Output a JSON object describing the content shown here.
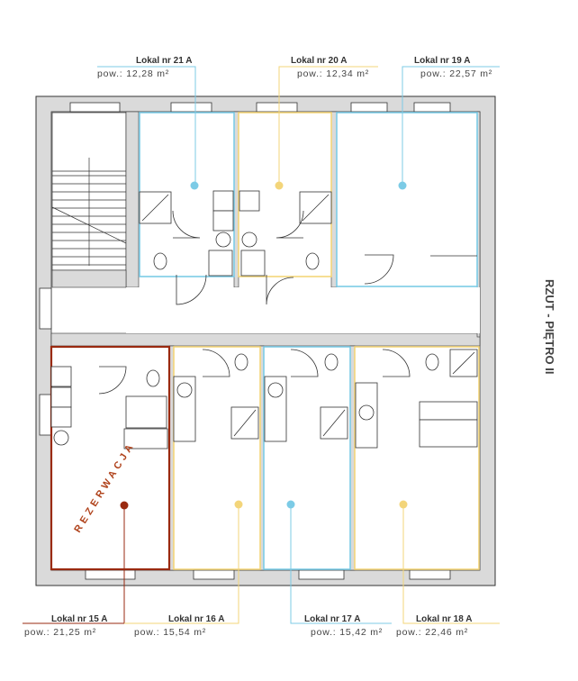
{
  "title": "RZUT - PIĘTRO II",
  "reservation_label": "REZERWACJA",
  "colors": {
    "blue": "#7ccbe6",
    "yellow": "#f3d57a",
    "red": "#9a2a10",
    "wall": "#dadada"
  },
  "units": [
    {
      "name": "Lokal nr 21 A",
      "area": "pow.: 12,28 m²",
      "color": "blue"
    },
    {
      "name": "Lokal nr 20 A",
      "area": "pow.: 12,34 m²",
      "color": "yellow"
    },
    {
      "name": "Lokal nr 19 A",
      "area": "pow.: 22,57 m²",
      "color": "blue"
    },
    {
      "name": "Lokal nr 15 A",
      "area": "pow.: 21,25 m²",
      "color": "red",
      "status": "REZERWACJA"
    },
    {
      "name": "Lokal nr 16 A",
      "area": "pow.: 15,54 m²",
      "color": "yellow"
    },
    {
      "name": "Lokal nr 17 A",
      "area": "pow.: 15,42 m²",
      "color": "blue"
    },
    {
      "name": "Lokal nr 18 A",
      "area": "pow.: 22,46 m²",
      "color": "yellow"
    }
  ]
}
